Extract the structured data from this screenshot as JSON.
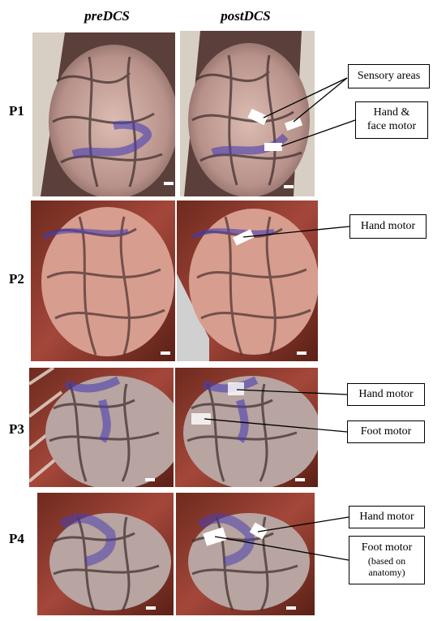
{
  "columns": {
    "pre": "preDCS",
    "post": "postDCS"
  },
  "rows": [
    {
      "label": "P1"
    },
    {
      "label": "P2"
    },
    {
      "label": "P3"
    },
    {
      "label": "P4"
    }
  ],
  "callouts": {
    "p1_sensory": "Sensory areas",
    "p1_hand_face_1": "Hand &",
    "p1_hand_face_2": "face motor",
    "p2_hand": "Hand motor",
    "p3_hand": "Hand motor",
    "p3_foot": "Foot motor",
    "p4_hand": "Hand motor",
    "p4_foot_1": "Foot motor",
    "p4_foot_2": "(based on",
    "p4_foot_3": "anatomy)"
  },
  "colors": {
    "tissue_red": "#8a3a2c",
    "cortex": "#c9a49a",
    "overlay_blue": "#4a3fb0",
    "label_white": "#ffffff"
  }
}
